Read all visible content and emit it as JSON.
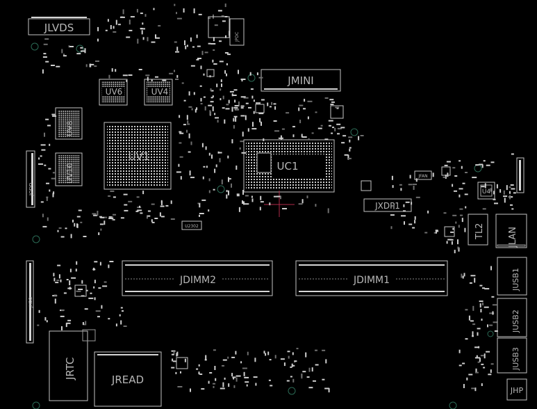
{
  "components": {
    "jlvds": "JLVDS",
    "jpdc": "JPDC",
    "jmini": "JMINI",
    "uv6": "UV6",
    "uv4": "UV4",
    "uv8": "UV8",
    "uv10": "UV10",
    "uv1": "UV1",
    "uc1": "UC1",
    "jodd": "JODD",
    "jfan": "JFAN",
    "u4": "U4",
    "jxdp1": "JXDP1",
    "tl2": "TL2",
    "jlan": "JLAN",
    "u2302": "U2302",
    "jdimm2": "JDIMM2",
    "jdimm1": "JDIMM1",
    "jusb1": "JUSB1",
    "jusb2": "JUSB2",
    "jusb3": "JUSB3",
    "jhdd": "JHDD",
    "jrtc": "JRTC",
    "jread": "JREAD",
    "jhp": "JHP"
  },
  "colors": {
    "background": "#000000",
    "outline": "#c4c4c4",
    "pad": "#d6d6d6",
    "mounting_hole": "#2b6a55",
    "crosshair": "#b02a4a"
  }
}
